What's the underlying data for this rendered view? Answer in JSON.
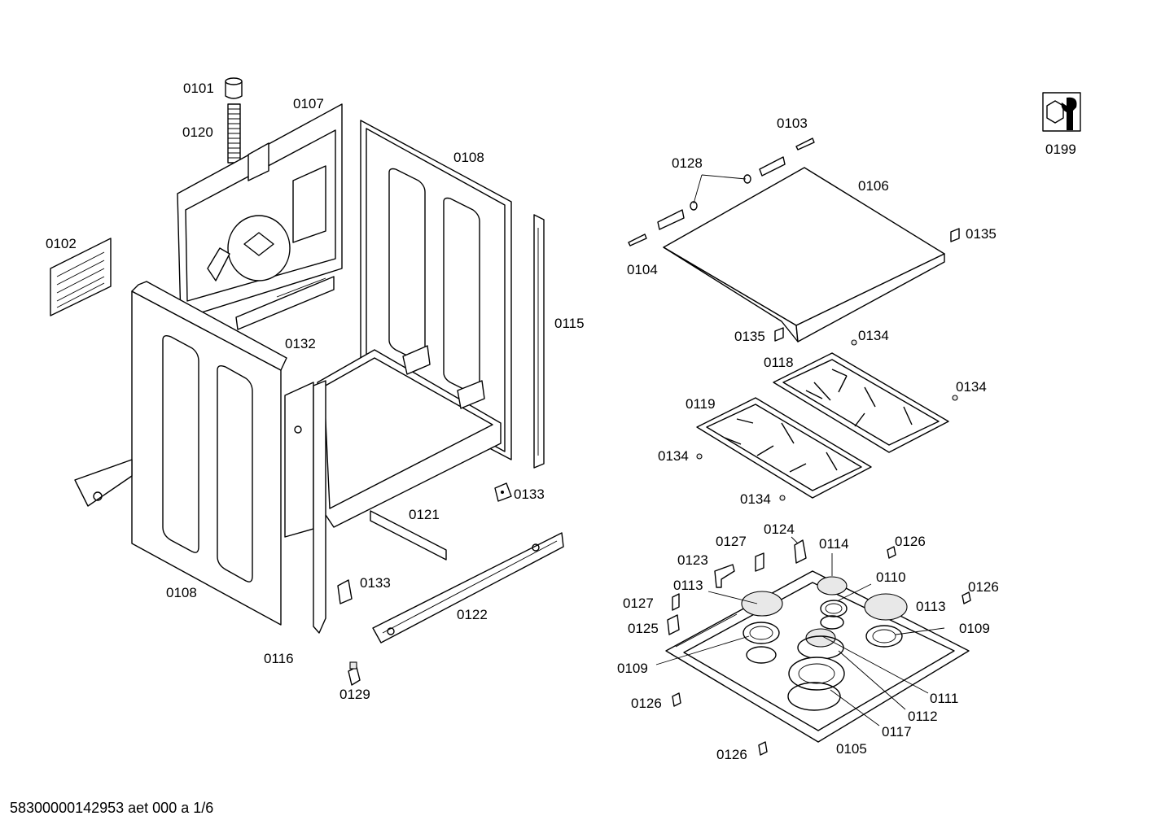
{
  "labels": {
    "p0101": "0101",
    "p0120": "0120",
    "p0107": "0107",
    "p0108_top": "0108",
    "p0102": "0102",
    "p0115": "0115",
    "p0132": "0132",
    "p0133_a": "0133",
    "p0121": "0121",
    "p0108_bottom": "0108",
    "p0133_b": "0133",
    "p0122": "0122",
    "p0116": "0116",
    "p0129": "0129",
    "p0103": "0103",
    "p0128": "0128",
    "p0106": "0106",
    "p0135_a": "0135",
    "p0104": "0104",
    "p0135_b": "0135",
    "p0134_a": "0134",
    "p0118": "0118",
    "p0134_b": "0134",
    "p0119": "0119",
    "p0134_c": "0134",
    "p0134_d": "0134",
    "p0124": "0124",
    "p0127_a": "0127",
    "p0114": "0114",
    "p0126_a": "0126",
    "p0123": "0123",
    "p0110": "0110",
    "p0113_a": "0113",
    "p0126_b": "0126",
    "p0127_b": "0127",
    "p0113_b": "0113",
    "p0125": "0125",
    "p0109_a": "0109",
    "p0109_b": "0109",
    "p0111": "0111",
    "p0126_c": "0126",
    "p0112": "0112",
    "p0117": "0117",
    "p0105": "0105",
    "p0126_d": "0126",
    "p0199": "0199"
  },
  "footer": {
    "doc_id": "58300000142953 aet 000 a 1/6"
  },
  "icons": {
    "service_tool": "wrench-nut-icon"
  }
}
